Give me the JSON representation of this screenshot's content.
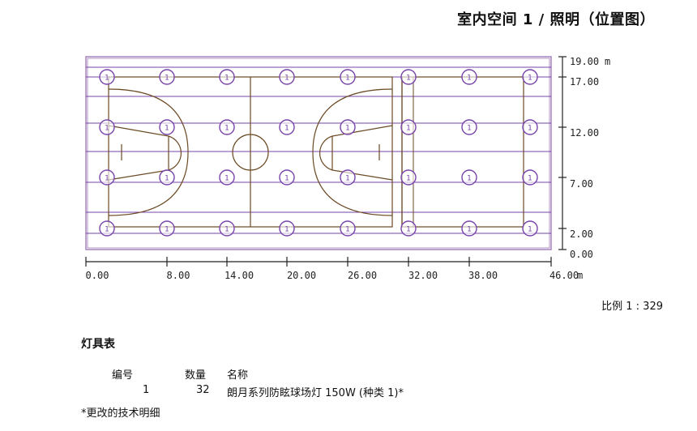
{
  "title": "室内空间 1 / 照明（位置图）",
  "plan": {
    "x_ticks": [
      "0.00",
      "8.00",
      "14.00",
      "20.00",
      "26.00",
      "32.00",
      "38.00",
      "46.00"
    ],
    "x_unit": "m",
    "y_ticks": [
      "19.00",
      "17.00",
      "12.00",
      "7.00",
      "2.00",
      "0.00"
    ],
    "y_unit": "m",
    "luminaire_label": "1",
    "colors": {
      "grid": "#7744aa",
      "court": "#6b4a24",
      "frame": "#a07ab8",
      "axis": "#222222"
    }
  },
  "scale_label": "比例 1 : 329",
  "legend": {
    "title": "灯具表",
    "headers": {
      "number": "编号",
      "quantity": "数量",
      "name": "名称"
    },
    "rows": [
      {
        "number": "1",
        "quantity": "32",
        "name": "朗月系列防眩球场灯 150W (种类 1)*"
      }
    ],
    "note": "*更改的技术明细"
  }
}
